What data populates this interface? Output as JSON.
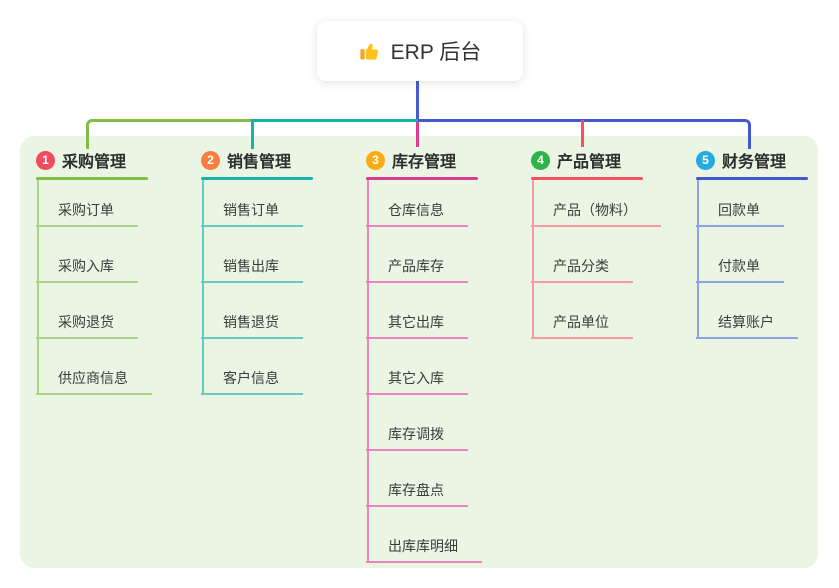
{
  "root": {
    "title": "ERP 后台",
    "icon": "thumbs-up-icon"
  },
  "branches": [
    {
      "index": "1",
      "title": "采购管理",
      "badge_color": "#f04b5f",
      "line_color": "#82bd44",
      "child_line_color": "#abd489",
      "children": [
        "采购订单",
        "采购入库",
        "采购退货",
        "供应商信息"
      ]
    },
    {
      "index": "2",
      "title": "销售管理",
      "badge_color": "#fa7d41",
      "line_color": "#14b3ab",
      "child_line_color": "#66c9c2",
      "children": [
        "销售订单",
        "销售出库",
        "销售退货",
        "客户信息"
      ]
    },
    {
      "index": "3",
      "title": "库存管理",
      "badge_color": "#fbab18",
      "line_color": "#dd3b92",
      "child_line_color": "#ec85bf",
      "children": [
        "仓库信息",
        "产品库存",
        "其它出库",
        "其它入库",
        "库存调拨",
        "库存盘点",
        "出库库明细"
      ]
    },
    {
      "index": "4",
      "title": "产品管理",
      "badge_color": "#2fb34a",
      "line_color": "#f4525e",
      "child_line_color": "#f79aa2",
      "children": [
        "产品（物料）",
        "产品分类",
        "产品单位"
      ]
    },
    {
      "index": "5",
      "title": "财务管理",
      "badge_color": "#27a9e1",
      "line_color": "#4257d2",
      "child_line_color": "#8ea3e6",
      "children": [
        "回款单",
        "付款单",
        "结算账户"
      ]
    }
  ],
  "colors": {
    "canvas_bg": "#ffffff",
    "panel_bg": "#eaf5e4",
    "root_connector": "#4a5ad1",
    "text": "#333333"
  }
}
